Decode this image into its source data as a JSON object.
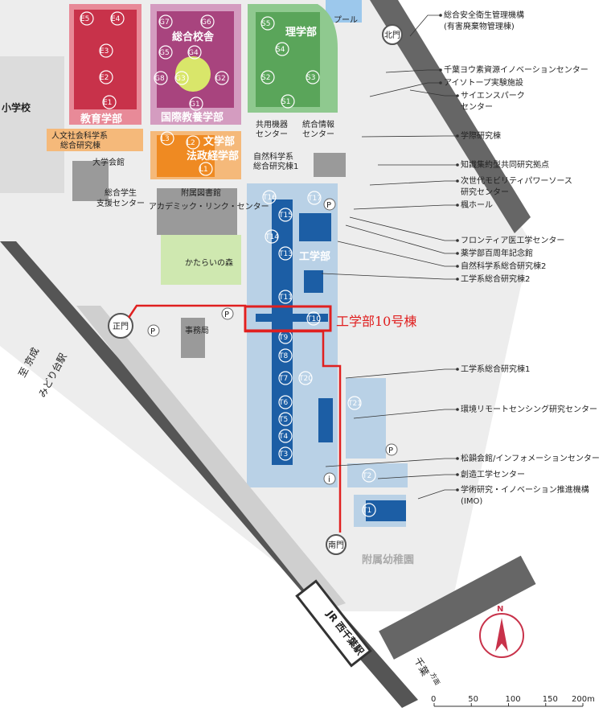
{
  "colors": {
    "education": "#c8324a",
    "liberal_arts": "#a8447e",
    "science": "#5aa55a",
    "humanities": "#ef8a22",
    "engineering": "#1c5ea5",
    "engineering_area": "#b9d1e6",
    "highlight": "#e02020",
    "gray_building": "#8c8c8c",
    "railway": "#555555"
  },
  "zones": {
    "education": "教育学部",
    "liberal_arts_school": "総合校舎",
    "liberal_arts": "国際教養学部",
    "science": "理学部",
    "letters": "文学部",
    "law_econ": "法政経学部",
    "engineering": "工学部",
    "elementary": "小学校",
    "forest": "かたらいの森",
    "kindergarten": "附属幼稚園"
  },
  "building_codes": {
    "education": [
      "E5",
      "E4",
      "E3",
      "E2",
      "E1"
    ],
    "liberal_arts": [
      "G7",
      "G6",
      "G5",
      "G4",
      "G8",
      "G3",
      "G2",
      "G1"
    ],
    "science": [
      "S5",
      "S4",
      "S2",
      "S3",
      "S1"
    ],
    "humanities": [
      "L3",
      "L2",
      "L1"
    ],
    "engineering": [
      "T16",
      "T17",
      "T15",
      "T14",
      "T13",
      "T11",
      "T10",
      "T9",
      "T8",
      "T7",
      "T20",
      "T6",
      "T5",
      "T4",
      "T3",
      "T21",
      "T2",
      "T1"
    ]
  },
  "map_labels": {
    "pool": "プール",
    "north_gate": "北門",
    "main_gate": "正門",
    "south_gate": "南門",
    "admin": "事務局",
    "shared_equipment": [
      "共用機器",
      "センター"
    ],
    "info_center": [
      "統合情報",
      "センター"
    ],
    "natsci_1": [
      "自然科学系",
      "総合研究棟1"
    ],
    "humanities_research": [
      "人文社会科学系",
      "総合研究棟"
    ],
    "univ_hall": "大学会館",
    "student_support": [
      "総合学生",
      "支援センター"
    ],
    "library": [
      "附属図書館",
      "アカデミック・リンク・センター"
    ],
    "highlight_label": "工学部10号棟",
    "station": "JR 西千葉駅",
    "to_midoridai": [
      "至 京成",
      "みどり台駅"
    ],
    "to_chiba": "千葉",
    "to_chiba_suffix": "方面",
    "parking": "P",
    "info": "i",
    "north_mark": "N"
  },
  "callouts_right": [
    [
      "総合安全衛生管理機構",
      "(有害廃棄物管理棟)"
    ],
    [
      "千葉ヨウ素資源イノベーションセンター"
    ],
    [
      "アイソトープ実験施設"
    ],
    [
      "サイエンスパーク",
      "センター"
    ],
    [
      "学際研究棟"
    ],
    [
      "知識集約型共同研究拠点"
    ],
    [
      "次世代モビリティパワーソース",
      "研究センター"
    ],
    [
      "楓ホール"
    ],
    [
      "フロンティア医工学センター"
    ],
    [
      "薬学部百周年記念館"
    ],
    [
      "自然科学系総合研究棟2"
    ],
    [
      "工学系総合研究棟2"
    ],
    [
      "工学系総合研究棟1"
    ],
    [
      "環境リモートセンシング研究センター"
    ],
    [
      "松韻会館/インフォメーションセンター"
    ],
    [
      "創造工学センター"
    ],
    [
      "学術研究・イノベーション推進機構",
      "(IMO)"
    ]
  ],
  "scale_bar": {
    "ticks": [
      "0",
      "50",
      "100",
      "150",
      "200m"
    ],
    "tick_values_m": [
      0,
      50,
      100,
      150,
      200
    ]
  }
}
